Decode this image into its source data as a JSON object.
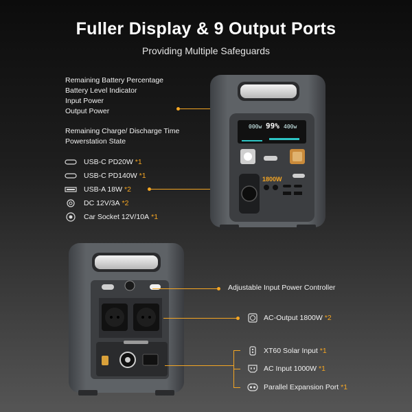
{
  "header": {
    "title": "Fuller Display & 9 Output Ports",
    "subtitle": "Providing Multiple Safeguards"
  },
  "display_features": [
    "Remaining Battery Percentage",
    "Battery Level Indicator",
    "Input Power",
    "Output Power"
  ],
  "display_features_2": [
    "Remaining Charge/ Discharge Time",
    "Powerstation State"
  ],
  "front_ports": [
    {
      "label": "USB-C PD20W",
      "mark": "*1",
      "icon": "usb-c-icon"
    },
    {
      "label": "USB-C PD140W",
      "mark": "*1",
      "icon": "usb-c-icon"
    },
    {
      "label": "USB-A 18W",
      "mark": "*2",
      "icon": "usb-a-icon"
    },
    {
      "label": "DC 12V/3A",
      "mark": "*2",
      "icon": "dc-port-icon"
    },
    {
      "label": "Car Socket 12V/10A",
      "mark": "*1",
      "icon": "car-socket-icon"
    }
  ],
  "rear_features": [
    {
      "label": "Adjustable Input Power Controller",
      "mark": "",
      "icon": ""
    },
    {
      "label": "AC-Output 1800W",
      "mark": "*2",
      "icon": "ac-outlet-icon"
    },
    {
      "label": "XT60 Solar Input",
      "mark": "*1",
      "icon": "xt60-icon"
    },
    {
      "label": "AC Input 1000W",
      "mark": "*1",
      "icon": "ac-input-icon"
    },
    {
      "label": "Parallel Expansion Port",
      "mark": "*1",
      "icon": "parallel-port-icon"
    }
  ],
  "device_screen": {
    "input_readout": "000w",
    "percent_readout": "99%",
    "output_readout": "400w",
    "ac_label": "1800W"
  },
  "colors": {
    "accent": "#f5a623",
    "device_body": "#5b5f63",
    "panel": "#3c3e41"
  }
}
